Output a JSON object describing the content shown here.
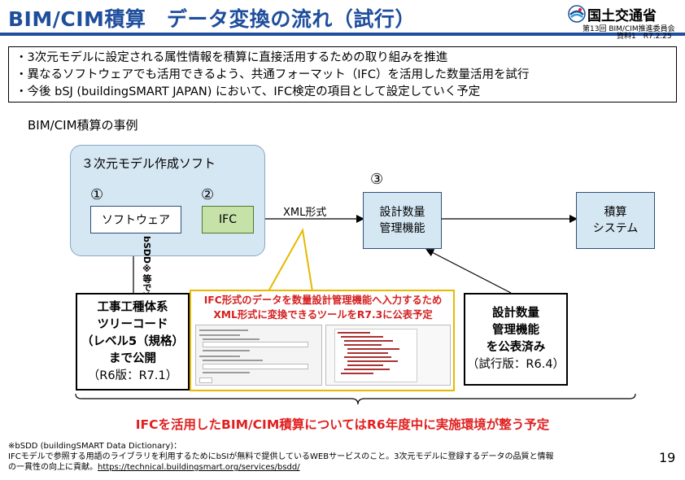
{
  "header": {
    "title": "BIM/CIM積算　データ変換の流れ（試行）",
    "ministry": "国土交通省",
    "meeting": "第13回 BIM/CIM推進委員会",
    "doc_ref": "資料1　R7.2.25"
  },
  "summary": [
    "・3次元モデルに設定される属性情報を積算に直接活用するための取り組みを推進",
    "・異なるソフトウェアでも活用できるよう、共通フォーマット（IFC）を活用した数量活用を試行",
    "・今後 bSJ (buildingSMART JAPAN) において、IFC検定の項目として設定していく予定"
  ],
  "section_heading": "BIM/CIM積算の事例",
  "diagram": {
    "group_label": "３次元モデル作成ソフト",
    "step1": "①",
    "step2": "②",
    "step3": "③",
    "software": "ソフトウェア",
    "ifc": "IFC",
    "xml_label": "XML形式",
    "quantity_mgmt": [
      "設計数量",
      "管理機能"
    ],
    "estimation": [
      "積算",
      "システム"
    ],
    "bsdd_label": "bSDD※等で連携",
    "tree_code": [
      "工事工種体系",
      "ツリーコード",
      "（レベル5（規格）",
      "まで公開",
      "（R6版：R7.1）"
    ],
    "published": [
      "設計数量",
      "管理機能",
      "を公表済み",
      "（試行版：R6.4）"
    ],
    "callout": [
      "IFC形式のデータを数量設計管理機能へ入力するため",
      "XML形式に変換できるツールをR7.3に公表予定"
    ]
  },
  "conclusion": "IFCを活用したBIM/CIM積算についてはR6年度中に実施環境が整う予定",
  "footnote": {
    "line1": "※bSDD (buildingSMART Data Dictionary)：",
    "line2": "IFCモデルで参照する用語のライブラリを利用するためにbSIが無料で提供しているWEBサービスのこと。3次元モデルに登録するデータの品質と情報",
    "line3_prefix": "の一貫性の向上に貢献。",
    "line3_link": "https://technical.buildingsmart.org/services/bsdd/"
  },
  "page_number": "19",
  "colors": {
    "title_blue": "#1f4e9c",
    "box_blue": "#d5e7f3",
    "ifc_green": "#c6e2a9",
    "callout_border": "#e6b800",
    "highlight_red": "#e02020"
  }
}
